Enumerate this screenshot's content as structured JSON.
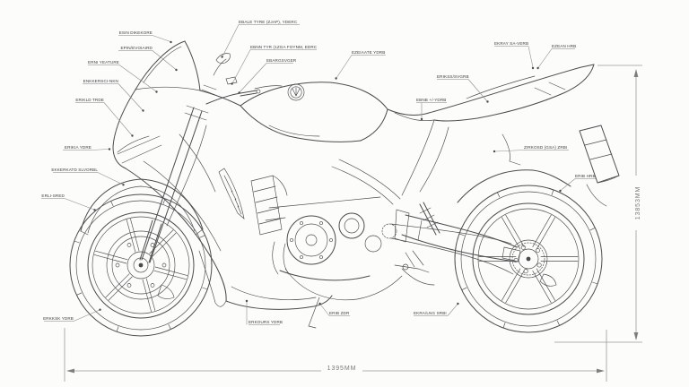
{
  "diagram": {
    "kind": "motorcycle technical line drawing with part callouts and overall dimensions"
  },
  "colors": {
    "line": "#4c4c4c",
    "leader": "#8d8d8d",
    "dimension": "#9a9a9a",
    "background": "#fcfcfb"
  },
  "callouts": [
    {
      "label": "ESIN DIKEKORE"
    },
    {
      "label": "EPIN/EVOIAIRD"
    },
    {
      "label": "ERNI YEATURE"
    },
    {
      "label": "ENKKERSCI-NKN"
    },
    {
      "label": "ERIKLD TRDE"
    },
    {
      "label": "ERIKIA YDRE"
    },
    {
      "label": "EKKERKATD SLVORBL"
    },
    {
      "label": "ERLI-SRED"
    },
    {
      "label": "ERKKSK YDRB"
    },
    {
      "label": "EBALE TYRE (ZJAP), YDERC"
    },
    {
      "label": "EBNN TYR (1ZGA FOYNM, EDRC"
    },
    {
      "label": "EBARGSVGER"
    },
    {
      "label": "EZEIAATE YDRB"
    },
    {
      "label": "ERIKSS/SVGRB"
    },
    {
      "label": "EBNB +/-YDRB"
    },
    {
      "label": "EKRAY SA-VERB"
    },
    {
      "label": "EZEAN HRB"
    },
    {
      "label": "ZIRKOSD (GSA) ZRBI"
    },
    {
      "label": "ERIB HRB"
    },
    {
      "label": "ERKOURS YDRB"
    },
    {
      "label": "ERIB ZDR"
    },
    {
      "label": "EKRA/LNG SRBI"
    }
  ],
  "dimensions": {
    "overall_length": "1395MM",
    "overall_height": "13853MM"
  }
}
